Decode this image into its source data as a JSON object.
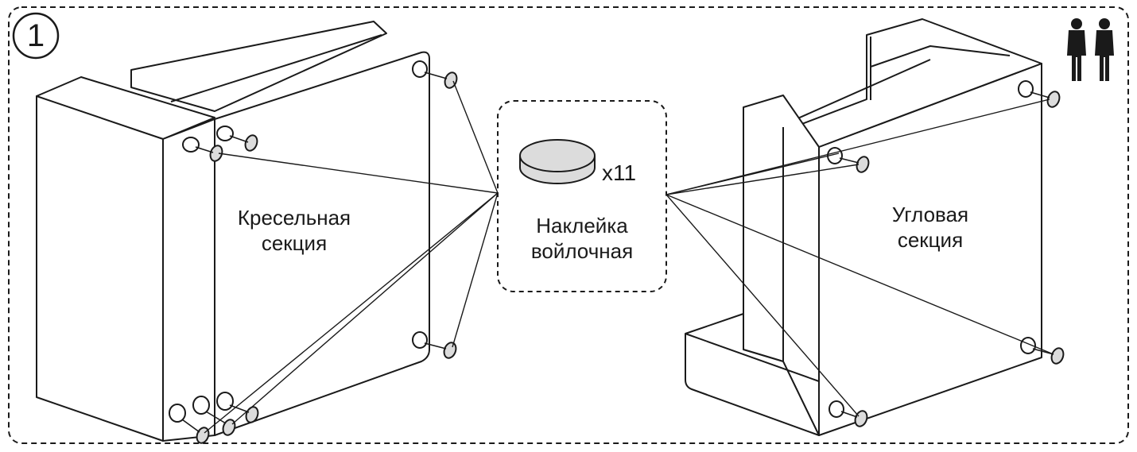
{
  "step": {
    "number": "1"
  },
  "legend_box": {
    "quantity": "x11",
    "name_line1": "Наклейка",
    "name_line2": "войлочная"
  },
  "left_section": {
    "line1": "Кресельная",
    "line2": "секция"
  },
  "right_section": {
    "line1": "Угловая",
    "line2": "секция"
  },
  "people": {
    "count": 2,
    "icon": "two-persons-icon"
  },
  "colors": {
    "line": "#1a1a1a",
    "pad_fill": "#dcdcdc",
    "frame": "#1a1a1a"
  }
}
